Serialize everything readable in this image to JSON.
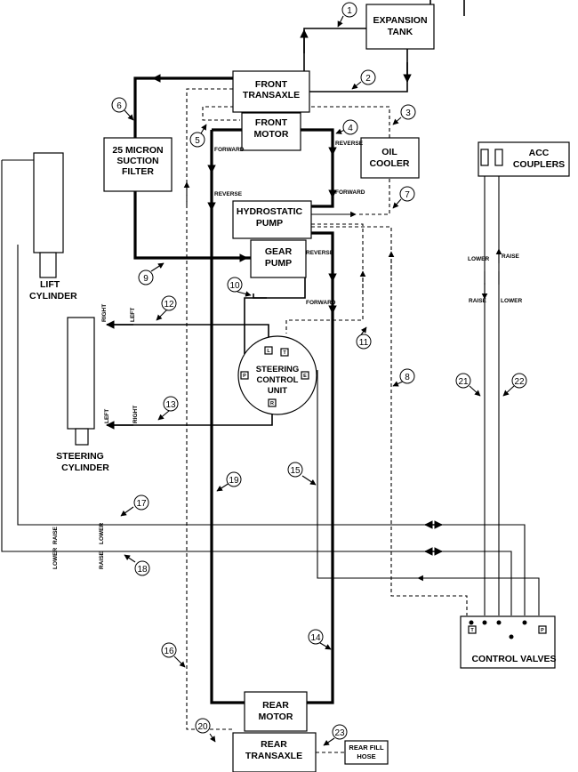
{
  "components": {
    "expansion_tank": [
      "EXPANSION",
      "TANK"
    ],
    "front_transaxle": [
      "FRONT",
      "TRANSAXLE"
    ],
    "front_motor": [
      "FRONT",
      "MOTOR"
    ],
    "oil_cooler": [
      "OIL",
      "COOLER"
    ],
    "suction_filter": [
      "25 MICRON",
      "SUCTION",
      "FILTER"
    ],
    "hydrostatic_pump": [
      "HYDROSTATIC",
      "PUMP"
    ],
    "gear_pump": [
      "GEAR",
      "PUMP"
    ],
    "acc_couplers": [
      "ACC",
      "COUPLERS"
    ],
    "lift_cylinder": [
      "LIFT",
      "CYLINDER"
    ],
    "steering_cylinder": [
      "STEERING",
      "CYLINDER"
    ],
    "steering_control_unit": [
      "STEERING",
      "CONTROL",
      "UNIT"
    ],
    "control_valves": "CONTROL VALVES",
    "rear_motor": [
      "REAR",
      "MOTOR"
    ],
    "rear_transaxle": [
      "REAR",
      "TRANSAXLE"
    ],
    "rear_fill_hose": [
      "REAR FILL",
      "HOSE"
    ]
  },
  "port_labels": {
    "forward": "FORWARD",
    "reverse": "REVERSE",
    "right": "RIGHT",
    "left": "LEFT",
    "raise": "RAISE",
    "lower": "LOWER",
    "port_l": "L",
    "port_t": "T",
    "port_p": "P",
    "port_r": "R",
    "port_e": "E"
  },
  "callouts": [
    "1",
    "2",
    "3",
    "4",
    "5",
    "6",
    "7",
    "8",
    "9",
    "10",
    "11",
    "12",
    "13",
    "14",
    "15",
    "16",
    "17",
    "18",
    "19",
    "20",
    "21",
    "22",
    "23"
  ]
}
